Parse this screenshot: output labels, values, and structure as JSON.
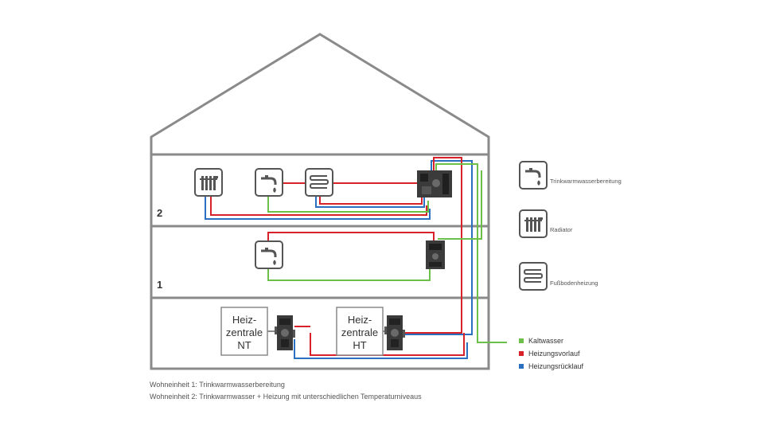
{
  "floors": [
    {
      "number": "2"
    },
    {
      "number": "1"
    }
  ],
  "heating_units": [
    {
      "line1": "Heiz-",
      "line2": "zentrale",
      "line3": "NT"
    },
    {
      "line1": "Heiz-",
      "line2": "zentrale",
      "line3": "HT"
    }
  ],
  "icon_legend": [
    {
      "icon": "tap-icon",
      "label": "Trinkwarmwasserbereitung"
    },
    {
      "icon": "radiator-icon",
      "label": "Radiator"
    },
    {
      "icon": "floor-heating-icon",
      "label": "Fußbodenheizung"
    }
  ],
  "color_legend": [
    {
      "label": "Kaltwasser",
      "color": "#6cc04a"
    },
    {
      "label": "Heizungsvorlauf",
      "color": "#d7222a"
    },
    {
      "label": "Heizungsrücklauf",
      "color": "#2a6fc0"
    }
  ],
  "captions": {
    "line1": "Wohneinheit 1: Trinkwarmwasserbereitung",
    "line2": "Wohneinheit 2: Trinkwarmwasser + Heizung mit unterschiedlichen Temperaturniveaus"
  },
  "colors": {
    "house": "#8a8a8a",
    "green": "#6cc04a",
    "red": "#d7222a",
    "blue": "#2a6fc0",
    "icon": "#555555"
  }
}
